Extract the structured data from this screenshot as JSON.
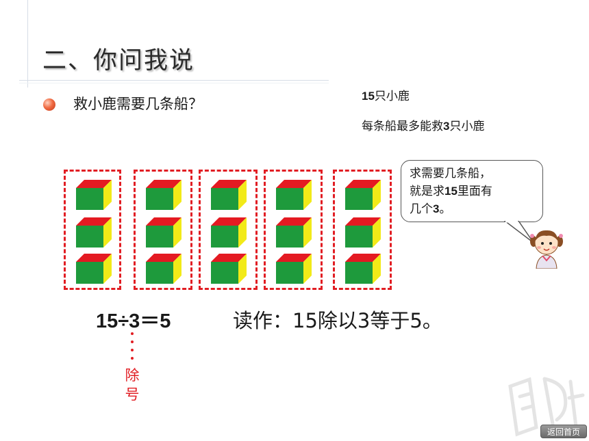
{
  "title": "二、你问我说",
  "question": "救小鹿需要几条船？",
  "info": {
    "line1_num": "15",
    "line1_text": "只小鹿",
    "line2_prefix": "每条船最多能救",
    "line2_num": "3",
    "line2_suffix": "只小鹿"
  },
  "bubble": {
    "line1": "求需要几条船，",
    "line2_prefix": "就是求",
    "line2_num": "15",
    "line2_suffix": "里面有",
    "line3_prefix": "几个",
    "line3_num": "3",
    "line3_suffix": "。"
  },
  "groups": {
    "count": 5,
    "cubes_per_group": 3,
    "colors": {
      "top": "#e41a22",
      "front": "#1e9a3c",
      "side": "#f2ea18",
      "dash": "#e11d23"
    }
  },
  "equation": "15÷3＝5",
  "reading": "读作：15除以3等于5。",
  "division_sign_label": [
    "除",
    "号"
  ],
  "home_button": "返回首页"
}
